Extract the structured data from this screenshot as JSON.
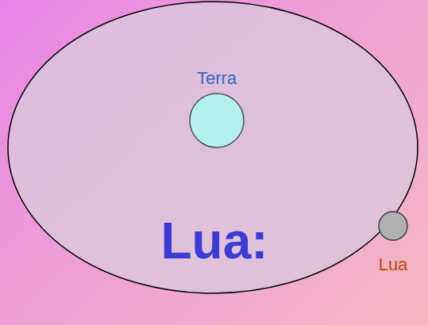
{
  "diagram": {
    "title": "Lua:",
    "nodes": [
      {
        "text": [
          "Terra"
        ]
      },
      {
        "text": [
          "Lua"
        ]
      }
    ]
  }
}
